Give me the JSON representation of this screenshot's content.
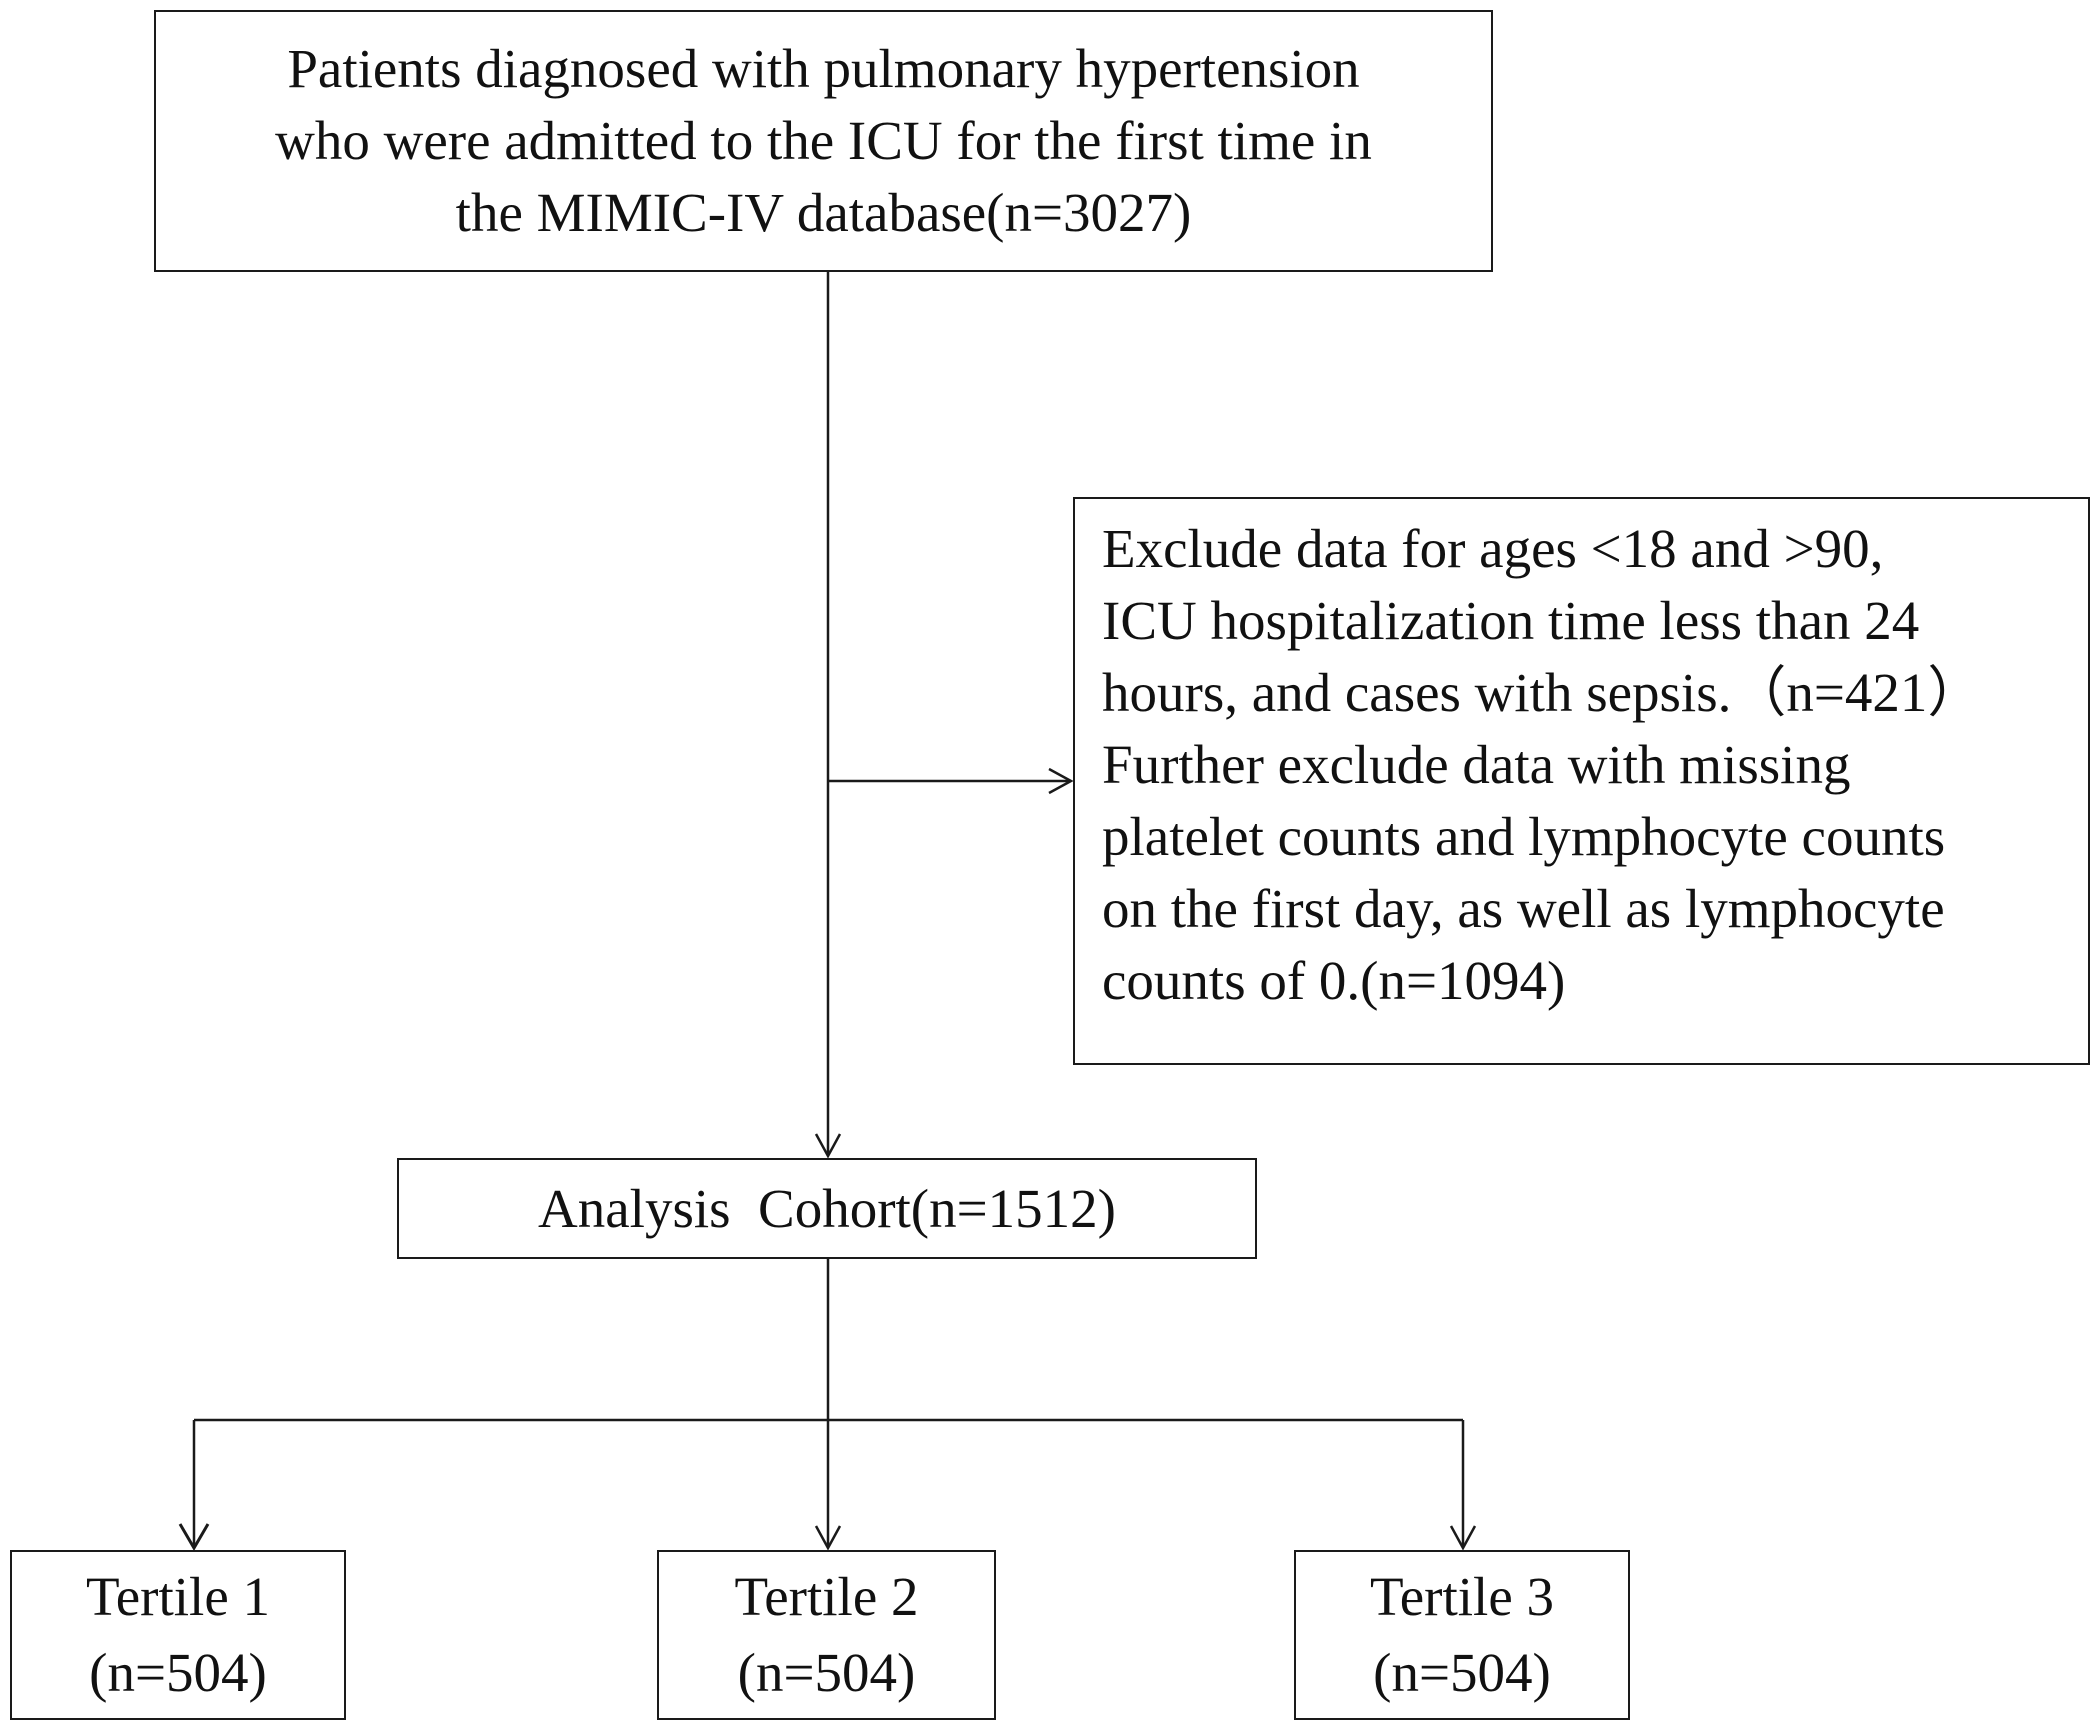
{
  "top_box": {
    "lines": [
      "Patients diagnosed with pulmonary hypertension",
      "who were admitted to the ICU for the first time in",
      "the MIMIC-IV database(n=3027)"
    ]
  },
  "exclusion_box": {
    "lines": [
      "Exclude data for ages <18 and >90,",
      "ICU hospitalization time less than 24",
      "hours, and cases with sepsis.（n=421）",
      "Further exclude data with missing",
      "platelet counts and lymphocyte counts",
      "on the first day, as well as lymphocyte",
      "counts of 0.(n=1094)"
    ]
  },
  "cohort_box": {
    "label": "Analysis  Cohort(n=1512)"
  },
  "tertiles": [
    {
      "label": "Tertile 1",
      "count": "(n=504)"
    },
    {
      "label": "Tertile 2",
      "count": "(n=504)"
    },
    {
      "label": "Tertile 3",
      "count": "(n=504)"
    }
  ]
}
